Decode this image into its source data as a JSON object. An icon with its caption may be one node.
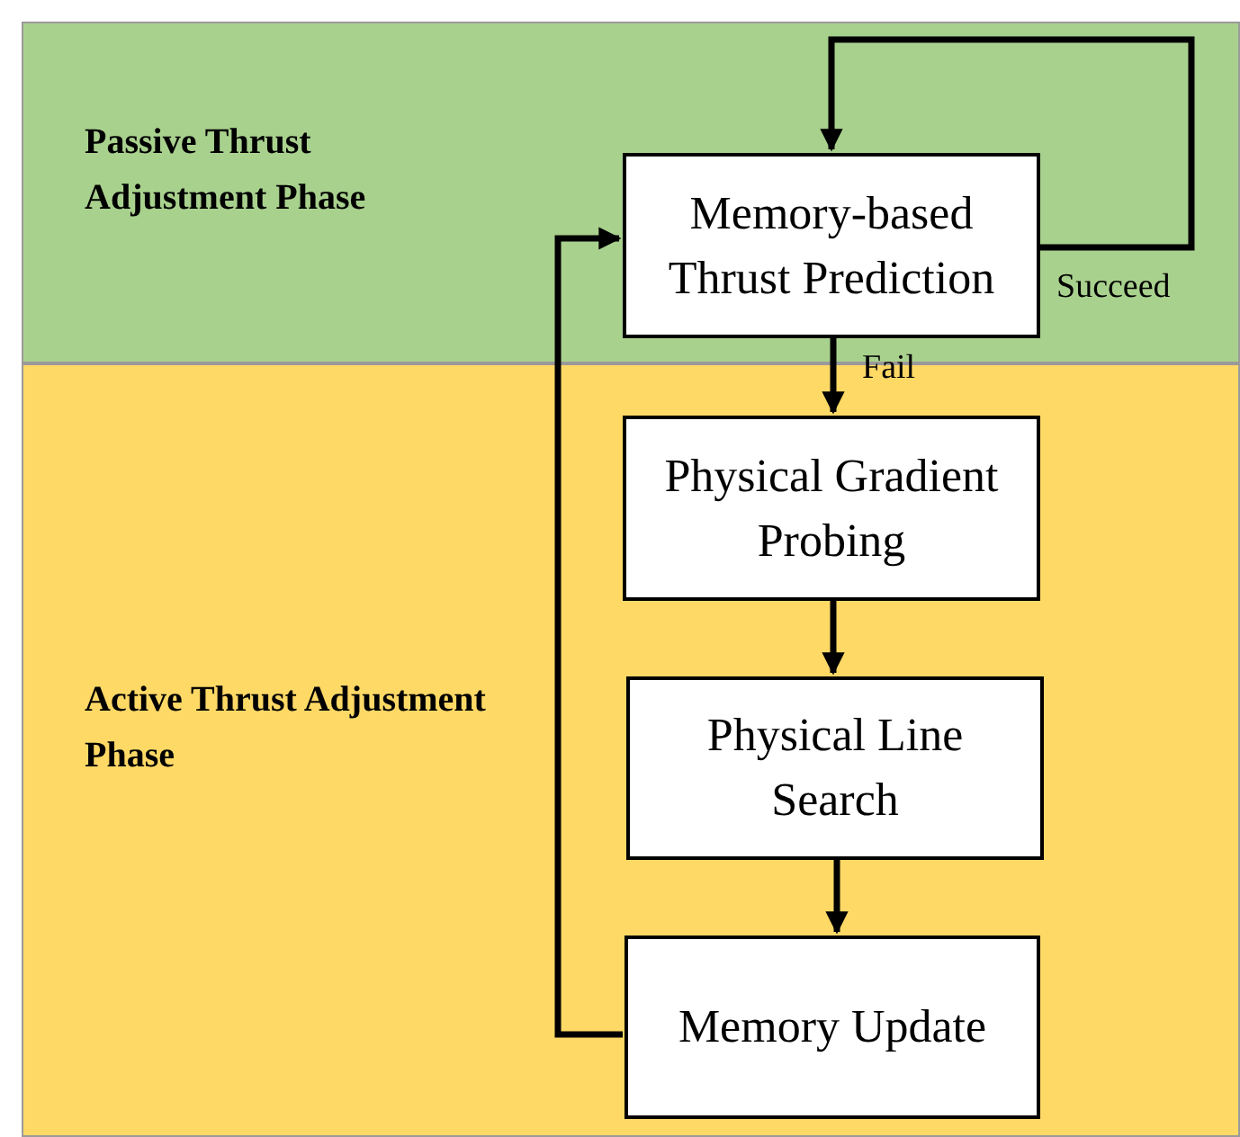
{
  "diagram": {
    "nodes": [
      {
        "text": [
          "Passive Thrust Adjustment Phase"
        ]
      },
      {
        "text": [
          "Memory-based Thrust Prediction"
        ],
        "in": 0
      },
      {
        "text": [
          "Active Thrust Adjustment Phase"
        ]
      },
      {
        "text": [
          "Physical Gradient Probing"
        ],
        "in": 2
      },
      {
        "text": [
          "Physical Line Search"
        ],
        "in": 2
      },
      {
        "text": [
          "Memory Update"
        ],
        "in": 2
      }
    ],
    "edges": [
      {
        "from": 1,
        "to": 1,
        "arrow": "to",
        "label": "Succeed"
      },
      {
        "from": 1,
        "to": 3,
        "arrow": "to",
        "label": "Fail"
      },
      {
        "from": 3,
        "to": 4,
        "arrow": "to"
      },
      {
        "from": 4,
        "to": 5,
        "arrow": "to"
      },
      {
        "from": 5,
        "to": 1,
        "arrow": "to"
      }
    ]
  }
}
